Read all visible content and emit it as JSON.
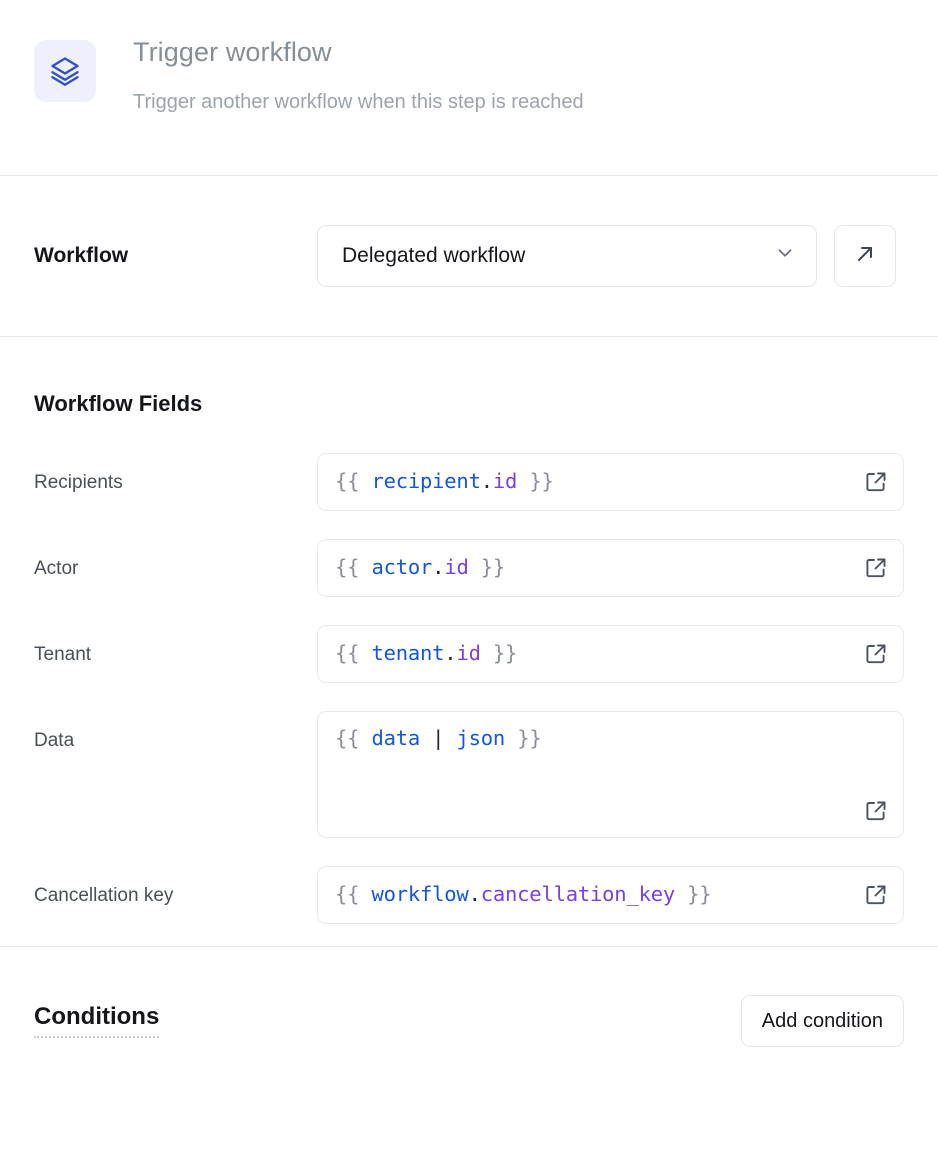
{
  "header": {
    "icon": "layers-icon",
    "icon_color": "#3250c8",
    "icon_bg": "#eef1fd",
    "title": "Trigger workflow",
    "subtitle": "Trigger another workflow when this step is reached"
  },
  "workflow_row": {
    "label": "Workflow",
    "select_value": "Delegated workflow",
    "select_icon": "chevron-down-icon",
    "open_button_icon": "arrow-up-right-icon"
  },
  "fields_section": {
    "title": "Workflow Fields",
    "fields": [
      {
        "label": "Recipients",
        "multiline": false,
        "icon": "external-link-icon",
        "tokens": [
          {
            "text": "{{ ",
            "type": "brace"
          },
          {
            "text": "recipient",
            "type": "obj"
          },
          {
            "text": ".",
            "type": "dot"
          },
          {
            "text": "id",
            "type": "prop"
          },
          {
            "text": " }}",
            "type": "brace"
          }
        ],
        "value": "{{ recipient.id }}"
      },
      {
        "label": "Actor",
        "multiline": false,
        "icon": "external-link-icon",
        "tokens": [
          {
            "text": "{{ ",
            "type": "brace"
          },
          {
            "text": "actor",
            "type": "obj"
          },
          {
            "text": ".",
            "type": "dot"
          },
          {
            "text": "id",
            "type": "prop"
          },
          {
            "text": " }}",
            "type": "brace"
          }
        ],
        "value": "{{ actor.id }}"
      },
      {
        "label": "Tenant",
        "multiline": false,
        "icon": "external-link-icon",
        "tokens": [
          {
            "text": "{{ ",
            "type": "brace"
          },
          {
            "text": "tenant",
            "type": "obj"
          },
          {
            "text": ".",
            "type": "dot"
          },
          {
            "text": "id",
            "type": "prop"
          },
          {
            "text": " }}",
            "type": "brace"
          }
        ],
        "value": "{{ tenant.id }}"
      },
      {
        "label": "Data",
        "multiline": true,
        "icon": "external-link-icon",
        "tokens": [
          {
            "text": "{{ ",
            "type": "brace"
          },
          {
            "text": "data",
            "type": "obj"
          },
          {
            "text": " ",
            "type": "dot"
          },
          {
            "text": "|",
            "type": "pipe"
          },
          {
            "text": " ",
            "type": "dot"
          },
          {
            "text": "json",
            "type": "obj"
          },
          {
            "text": " }}",
            "type": "brace"
          }
        ],
        "value": "{{ data | json }}"
      },
      {
        "label": "Cancellation key",
        "multiline": false,
        "icon": "external-link-icon",
        "tokens": [
          {
            "text": "{{ ",
            "type": "brace"
          },
          {
            "text": "workflow",
            "type": "obj"
          },
          {
            "text": ".",
            "type": "dot"
          },
          {
            "text": "cancellation_key",
            "type": "prop"
          },
          {
            "text": " }}",
            "type": "brace"
          }
        ],
        "value": "{{ workflow.cancellation_key }}"
      }
    ]
  },
  "conditions_section": {
    "title": "Conditions",
    "add_button_label": "Add condition"
  },
  "colors": {
    "accent_blue": "#1557d6",
    "accent_purple": "#7b3fe4",
    "muted_text": "#868e96",
    "border": "#e9eaf0",
    "text": "#14161c"
  }
}
